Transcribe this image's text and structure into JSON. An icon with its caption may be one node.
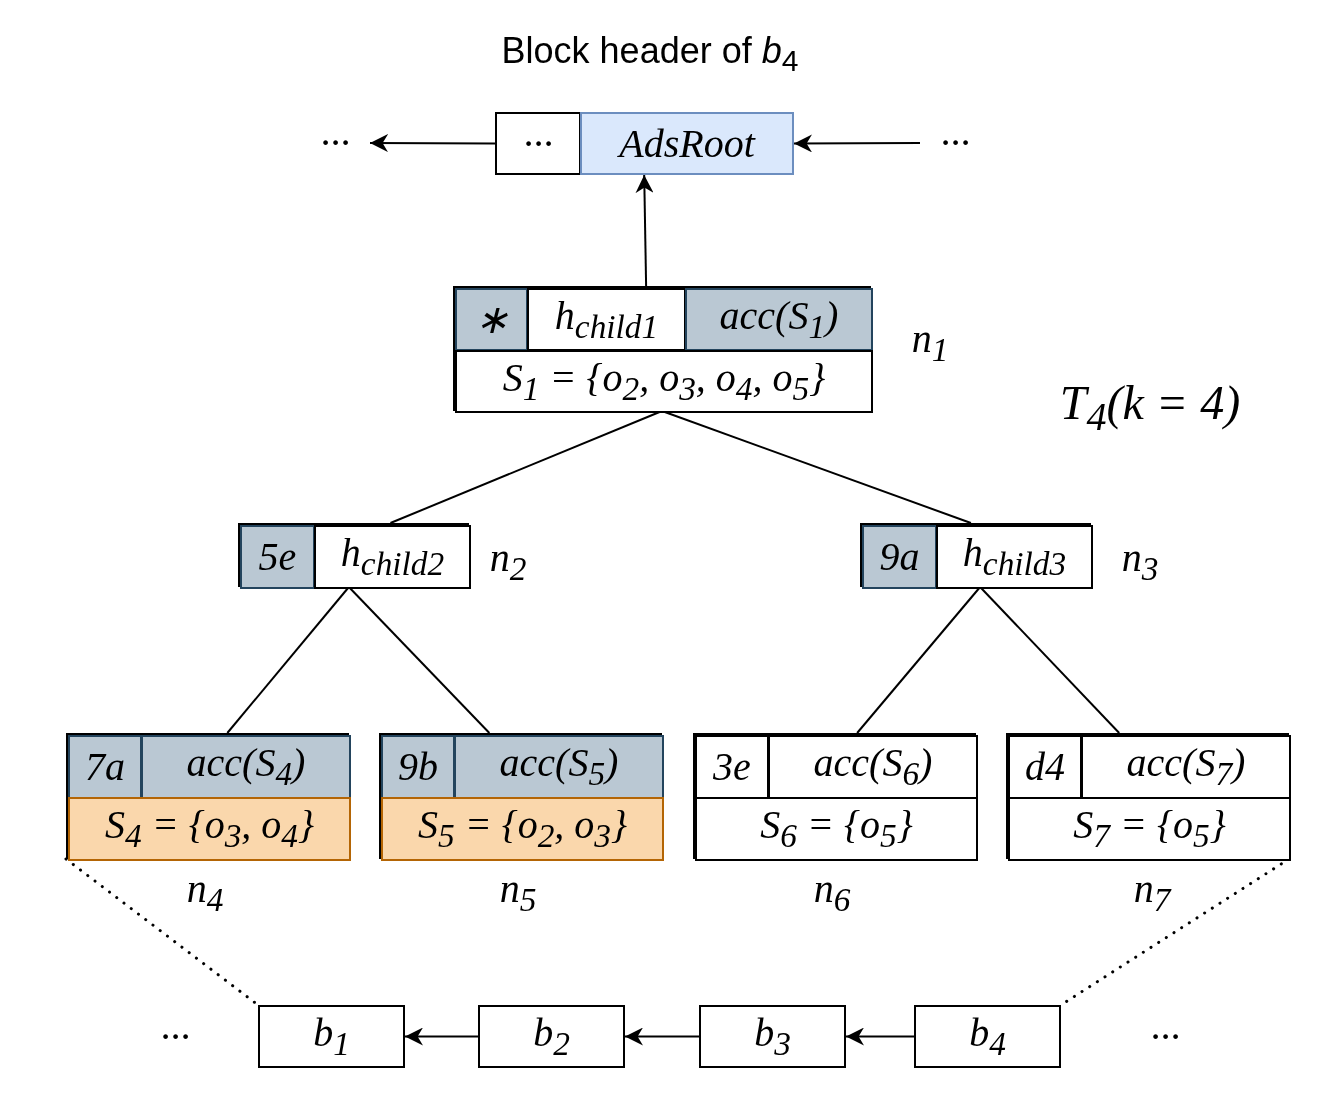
{
  "diagram": {
    "nodes": [
      {
        "text": [
          "Block header of *b*$_{4}$"
        ]
      },
      {
        "text": [
          "···"
        ],
        "in": 0
      },
      {
        "text": [
          "AdsRoot"
        ],
        "in": 0
      },
      {
        "text": [
          "···"
        ]
      },
      {
        "text": [
          "···"
        ]
      },
      {
        "text": [],
        "shape": "box",
        "beside": [
          "n$_{1}$"
        ]
      },
      {
        "text": [
          "∗"
        ],
        "in": 5
      },
      {
        "text": [
          "h$_{child}$$_{1}$"
        ],
        "in": 5
      },
      {
        "text": [
          "acc(S$_{1}$)"
        ],
        "in": 5
      },
      {
        "text": [
          "S$_{1}$ = {o$_{2}$, o$_{3}$, o$_{4}$, o$_{5}$}"
        ],
        "in": 5
      },
      {
        "text": [],
        "shape": "box",
        "beside": [
          "n$_{2}$"
        ]
      },
      {
        "text": [
          "5e"
        ],
        "in": 10
      },
      {
        "text": [
          "h$_{child}$$_{2}$"
        ],
        "in": 10
      },
      {
        "text": [],
        "shape": "box",
        "beside": [
          "n$_{3}$"
        ]
      },
      {
        "text": [
          "9a"
        ],
        "in": 13
      },
      {
        "text": [
          "h$_{child}$$_{3}$"
        ],
        "in": 13
      },
      {
        "text": [],
        "shape": "box",
        "beside": [
          "n$_{4}$"
        ]
      },
      {
        "text": [
          "7a"
        ],
        "in": 16
      },
      {
        "text": [
          "acc(S$_{4}$)"
        ],
        "in": 16
      },
      {
        "text": [
          "S$_{4}$ = {o$_{3}$, o$_{4}$}"
        ],
        "in": 16
      },
      {
        "text": [],
        "shape": "box",
        "beside": [
          "n$_{5}$"
        ]
      },
      {
        "text": [
          "9b"
        ],
        "in": 20
      },
      {
        "text": [
          "acc(S$_{5}$)"
        ],
        "in": 20
      },
      {
        "text": [
          "S$_{5}$ = {o$_{2}$, o$_{3}$}"
        ],
        "in": 20
      },
      {
        "text": [],
        "shape": "box",
        "beside": [
          "n$_{6}$"
        ]
      },
      {
        "text": [
          "3e"
        ],
        "in": 24
      },
      {
        "text": [
          "acc(S$_{6}$)"
        ],
        "in": 24
      },
      {
        "text": [
          "S$_{6}$ = {o$_{5}$}"
        ],
        "in": 24
      },
      {
        "text": [],
        "shape": "box",
        "beside": [
          "n$_{7}$"
        ]
      },
      {
        "text": [
          "d4"
        ],
        "in": 28
      },
      {
        "text": [
          "acc(S$_{7}$)"
        ],
        "in": 28
      },
      {
        "text": [
          "S$_{7}$ = {o$_{5}$}"
        ],
        "in": 28
      },
      {
        "text": [
          "b$_{1}$"
        ]
      },
      {
        "text": [
          "b$_{2}$"
        ]
      },
      {
        "text": [
          "b$_{3}$"
        ]
      },
      {
        "text": [
          "b$_{4}$"
        ]
      }
    ],
    "edges": [
      {
        "from": 1,
        "to": 3,
        "arrow": "to"
      },
      {
        "from": 4,
        "to": 2,
        "arrow": "to"
      },
      {
        "from": 5,
        "to": 2,
        "arrow": "to"
      },
      {
        "from": 5,
        "to": 10,
        "arrow": "none"
      },
      {
        "from": 5,
        "to": 13,
        "arrow": "none"
      },
      {
        "from": 10,
        "to": 16,
        "arrow": "none"
      },
      {
        "from": 10,
        "to": 20,
        "arrow": "none"
      },
      {
        "from": 13,
        "to": 24,
        "arrow": "none"
      },
      {
        "from": 13,
        "to": 28,
        "arrow": "none"
      },
      {
        "from": 16,
        "to": 32,
        "arrow": "none",
        "style": "dashed"
      },
      {
        "from": 28,
        "to": 35,
        "arrow": "none",
        "style": "dashed"
      },
      {
        "from": 33,
        "to": 32,
        "arrow": "to"
      },
      {
        "from": 34,
        "to": 33,
        "arrow": "to"
      },
      {
        "from": 35,
        "to": 34,
        "arrow": "to"
      }
    ],
    "labels": [
      "T$_{4}$(k = 4)",
      "···",
      "···"
    ]
  }
}
